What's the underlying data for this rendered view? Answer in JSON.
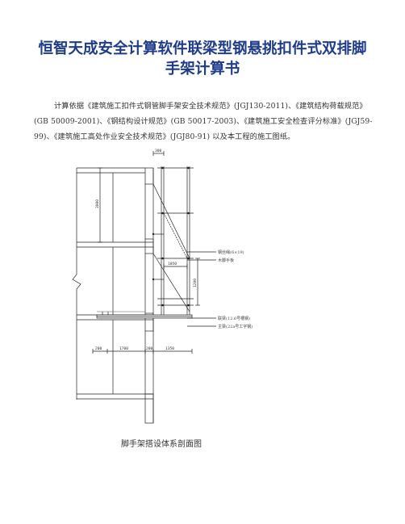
{
  "document": {
    "title_line1": "恒智天成安全计算软件联梁型钢悬挑扣件式双排脚",
    "title_line2": "手架计算书",
    "intro": "计算依据《建筑施工扣件式钢管脚手架安全技术规范》(JGJ130-2011)、《建筑结构荷载规范》(GB 50009-2001)、《钢结构设计规范》(GB 50017-2003)、《建筑施工安全检查评分标准》(JGJ59-99)、《建筑施工高处作业安全技术规范》(JGJ80-91) 以及本工程的施工图纸。",
    "figure_caption": "脚手架搭设体系剖面图"
  },
  "diagram": {
    "dim_top": "300",
    "dim_floor_height": "3000",
    "dim_width": "1050",
    "dim_step": "1200",
    "dim_bottom": [
      "200",
      "1700",
      "200",
      "1350"
    ],
    "label_rope": "钢丝绳(6×19)",
    "label_board": "木脚手板",
    "label_link_beam": "联梁(12.6号槽钢)",
    "label_main_beam": "主梁(22a号工字钢)"
  }
}
